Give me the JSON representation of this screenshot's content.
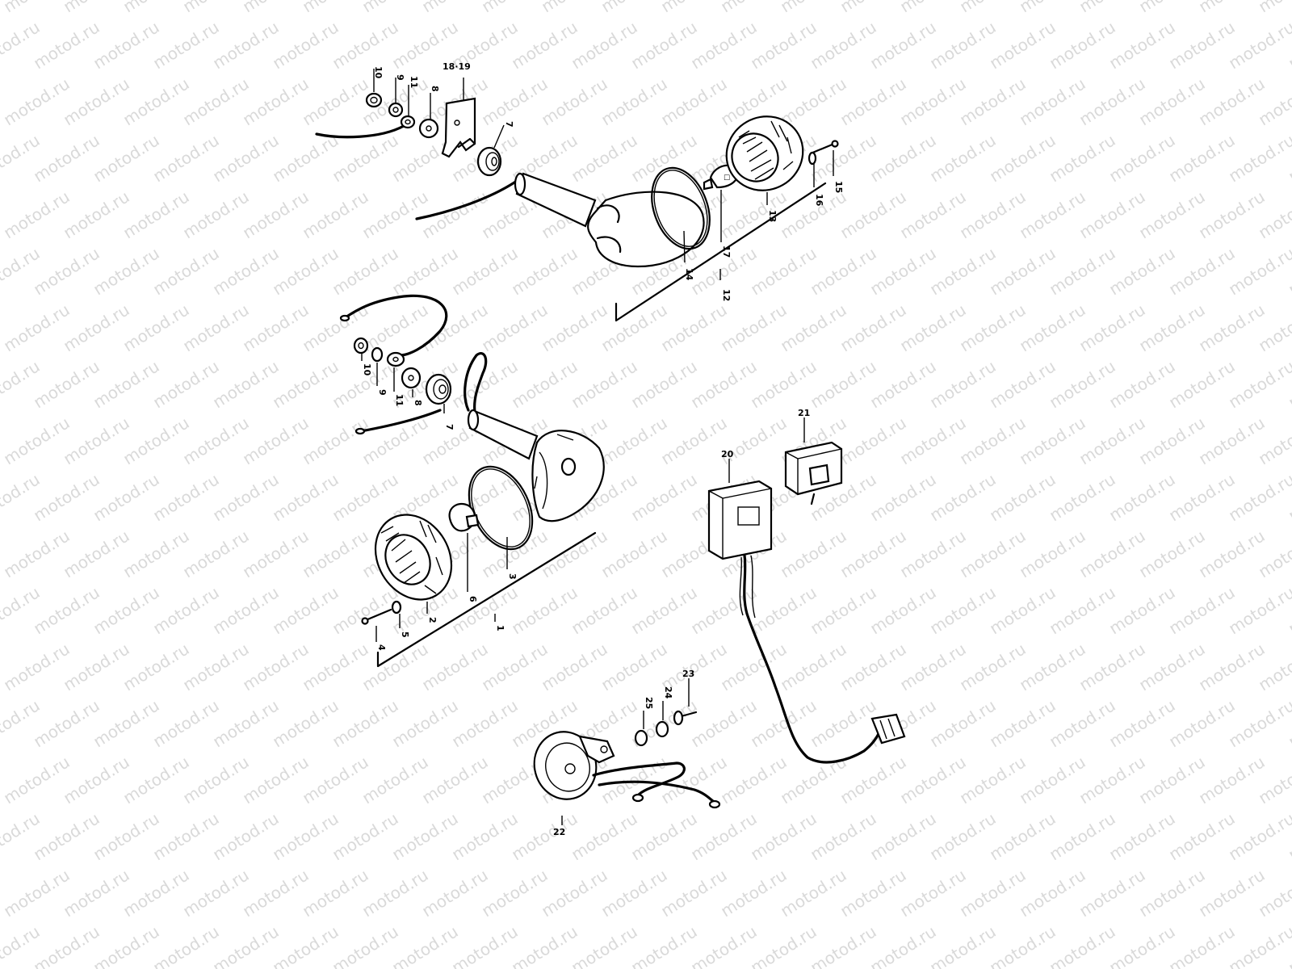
{
  "watermark": {
    "text": "motod.ru",
    "color": "#d9d9d9"
  },
  "diagram": {
    "ink_color": "#000000",
    "callouts": {
      "c10a": "10",
      "c9a": "9",
      "c11a": "11",
      "c8a": "8",
      "c1819": "18·19",
      "c7a": "7",
      "c12": "12",
      "c13": "13",
      "c14": "14",
      "c15": "15",
      "c16": "16",
      "c17": "17",
      "c10b": "10",
      "c9b": "9",
      "c11b": "11",
      "c8b": "8",
      "c7b": "7",
      "c1": "1",
      "c2": "2",
      "c3": "3",
      "c4": "4",
      "c5": "5",
      "c6": "6",
      "c20": "20",
      "c21": "21",
      "c22": "22",
      "c23": "23",
      "c24": "24",
      "c25": "25"
    }
  }
}
